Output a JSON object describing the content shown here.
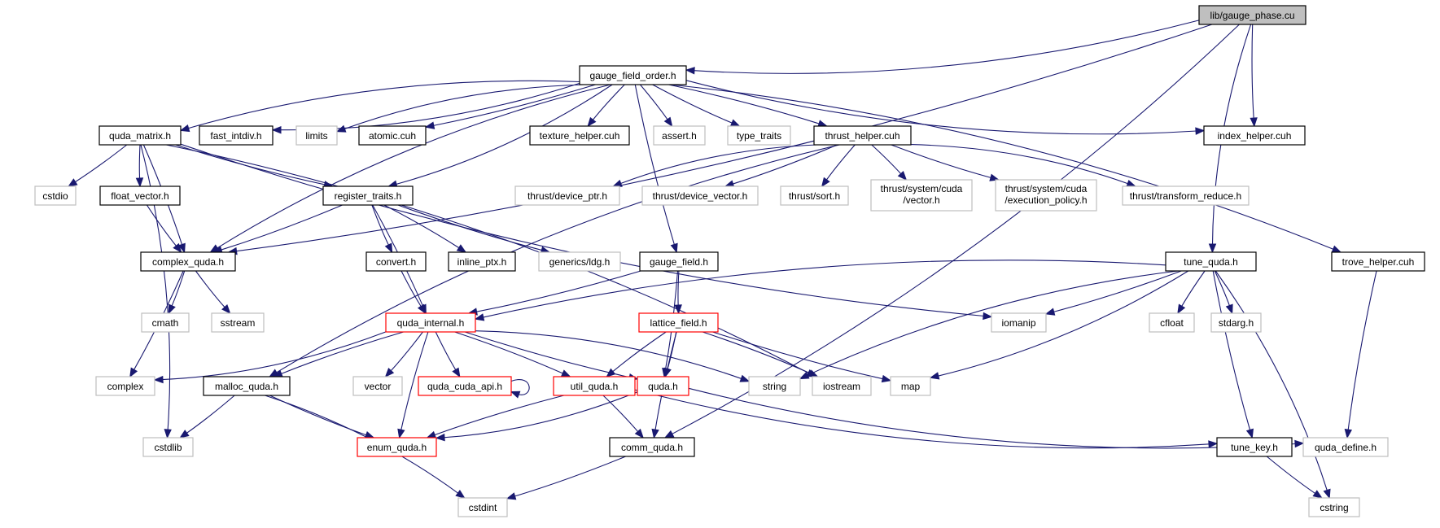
{
  "colors": {
    "edge": "#191970",
    "root_fill": "#bfbfbf",
    "normal_border": "#000000",
    "red_border": "#ff0000",
    "gray_border": "#bfbfbf"
  },
  "nodes": {
    "gauge_phase": {
      "label": [
        "lib/gauge_phase.cu"
      ],
      "style": "root"
    },
    "gauge_field_order": {
      "label": [
        "gauge_field_order.h"
      ],
      "style": "normal"
    },
    "quda_matrix": {
      "label": [
        "quda_matrix.h"
      ],
      "style": "normal"
    },
    "fast_intdiv": {
      "label": [
        "fast_intdiv.h"
      ],
      "style": "normal"
    },
    "limits": {
      "label": [
        "limits"
      ],
      "style": "gray"
    },
    "atomic": {
      "label": [
        "atomic.cuh"
      ],
      "style": "normal"
    },
    "texture_helper": {
      "label": [
        "texture_helper.cuh"
      ],
      "style": "normal"
    },
    "assert": {
      "label": [
        "assert.h"
      ],
      "style": "gray"
    },
    "type_traits": {
      "label": [
        "type_traits"
      ],
      "style": "gray"
    },
    "thrust_helper": {
      "label": [
        "thrust_helper.cuh"
      ],
      "style": "normal"
    },
    "index_helper": {
      "label": [
        "index_helper.cuh"
      ],
      "style": "normal"
    },
    "cstdio": {
      "label": [
        "cstdio"
      ],
      "style": "gray"
    },
    "float_vector": {
      "label": [
        "float_vector.h"
      ],
      "style": "normal"
    },
    "register_traits": {
      "label": [
        "register_traits.h"
      ],
      "style": "normal"
    },
    "device_ptr": {
      "label": [
        "thrust/device_ptr.h"
      ],
      "style": "gray"
    },
    "device_vector": {
      "label": [
        "thrust/device_vector.h"
      ],
      "style": "gray"
    },
    "thrust_sort": {
      "label": [
        "thrust/sort.h"
      ],
      "style": "gray"
    },
    "cuda_vector": {
      "label": [
        "thrust/system/cuda",
        "/vector.h"
      ],
      "style": "gray"
    },
    "execution_policy": {
      "label": [
        "thrust/system/cuda",
        "/execution_policy.h"
      ],
      "style": "gray"
    },
    "transform_reduce": {
      "label": [
        "thrust/transform_reduce.h"
      ],
      "style": "gray"
    },
    "complex_quda": {
      "label": [
        "complex_quda.h"
      ],
      "style": "normal"
    },
    "convert": {
      "label": [
        "convert.h"
      ],
      "style": "normal"
    },
    "inline_ptx": {
      "label": [
        "inline_ptx.h"
      ],
      "style": "normal"
    },
    "ldg": {
      "label": [
        "generics/ldg.h"
      ],
      "style": "gray"
    },
    "gauge_field": {
      "label": [
        "gauge_field.h"
      ],
      "style": "normal"
    },
    "tune_quda": {
      "label": [
        "tune_quda.h"
      ],
      "style": "normal"
    },
    "trove_helper": {
      "label": [
        "trove_helper.cuh"
      ],
      "style": "normal"
    },
    "cmath": {
      "label": [
        "cmath"
      ],
      "style": "gray"
    },
    "sstream": {
      "label": [
        "sstream"
      ],
      "style": "gray"
    },
    "quda_internal": {
      "label": [
        "quda_internal.h"
      ],
      "style": "red"
    },
    "lattice_field": {
      "label": [
        "lattice_field.h"
      ],
      "style": "red"
    },
    "iomanip": {
      "label": [
        "iomanip"
      ],
      "style": "gray"
    },
    "cfloat": {
      "label": [
        "cfloat"
      ],
      "style": "gray"
    },
    "stdarg": {
      "label": [
        "stdarg.h"
      ],
      "style": "gray"
    },
    "complex": {
      "label": [
        "complex"
      ],
      "style": "gray"
    },
    "malloc_quda": {
      "label": [
        "malloc_quda.h"
      ],
      "style": "normal"
    },
    "vector": {
      "label": [
        "vector"
      ],
      "style": "gray"
    },
    "quda_cuda_api": {
      "label": [
        "quda_cuda_api.h"
      ],
      "style": "red"
    },
    "util_quda": {
      "label": [
        "util_quda.h"
      ],
      "style": "red"
    },
    "quda_h": {
      "label": [
        "quda.h"
      ],
      "style": "red"
    },
    "string": {
      "label": [
        "string"
      ],
      "style": "gray"
    },
    "iostream": {
      "label": [
        "iostream"
      ],
      "style": "gray"
    },
    "map": {
      "label": [
        "map"
      ],
      "style": "gray"
    },
    "cstdlib": {
      "label": [
        "cstdlib"
      ],
      "style": "gray"
    },
    "enum_quda": {
      "label": [
        "enum_quda.h"
      ],
      "style": "red"
    },
    "comm_quda": {
      "label": [
        "comm_quda.h"
      ],
      "style": "normal"
    },
    "tune_key": {
      "label": [
        "tune_key.h"
      ],
      "style": "normal"
    },
    "quda_define": {
      "label": [
        "quda_define.h"
      ],
      "style": "gray"
    },
    "cstdint": {
      "label": [
        "cstdint"
      ],
      "style": "gray"
    },
    "cstring": {
      "label": [
        "cstring"
      ],
      "style": "gray"
    }
  },
  "edges": [
    [
      "gauge_phase",
      "gauge_field_order"
    ],
    [
      "gauge_phase",
      "index_helper"
    ],
    [
      "gauge_phase",
      "complex_quda"
    ],
    [
      "gauge_phase",
      "tune_quda"
    ],
    [
      "gauge_phase",
      "comm_quda"
    ],
    [
      "gauge_field_order",
      "quda_matrix"
    ],
    [
      "gauge_field_order",
      "fast_intdiv"
    ],
    [
      "gauge_field_order",
      "limits"
    ],
    [
      "gauge_field_order",
      "atomic"
    ],
    [
      "gauge_field_order",
      "texture_helper"
    ],
    [
      "gauge_field_order",
      "assert"
    ],
    [
      "gauge_field_order",
      "type_traits"
    ],
    [
      "gauge_field_order",
      "thrust_helper"
    ],
    [
      "gauge_field_order",
      "index_helper"
    ],
    [
      "gauge_field_order",
      "register_traits"
    ],
    [
      "gauge_field_order",
      "complex_quda"
    ],
    [
      "gauge_field_order",
      "trove_helper"
    ],
    [
      "gauge_field_order",
      "gauge_field"
    ],
    [
      "quda_matrix",
      "cstdio"
    ],
    [
      "quda_matrix",
      "float_vector"
    ],
    [
      "quda_matrix",
      "complex_quda"
    ],
    [
      "quda_matrix",
      "register_traits"
    ],
    [
      "quda_matrix",
      "iostream"
    ],
    [
      "quda_matrix",
      "iomanip"
    ],
    [
      "quda_matrix",
      "cstdlib"
    ],
    [
      "float_vector",
      "complex_quda"
    ],
    [
      "register_traits",
      "complex_quda"
    ],
    [
      "register_traits",
      "convert"
    ],
    [
      "register_traits",
      "inline_ptx"
    ],
    [
      "register_traits",
      "ldg"
    ],
    [
      "register_traits",
      "quda_internal"
    ],
    [
      "thrust_helper",
      "device_ptr"
    ],
    [
      "thrust_helper",
      "device_vector"
    ],
    [
      "thrust_helper",
      "thrust_sort"
    ],
    [
      "thrust_helper",
      "cuda_vector"
    ],
    [
      "thrust_helper",
      "execution_policy"
    ],
    [
      "thrust_helper",
      "transform_reduce"
    ],
    [
      "thrust_helper",
      "malloc_quda"
    ],
    [
      "complex_quda",
      "cmath"
    ],
    [
      "complex_quda",
      "sstream"
    ],
    [
      "complex_quda",
      "complex"
    ],
    [
      "convert",
      "quda_internal"
    ],
    [
      "gauge_field",
      "quda_internal"
    ],
    [
      "gauge_field",
      "lattice_field"
    ],
    [
      "gauge_field",
      "quda_h"
    ],
    [
      "tune_quda",
      "quda_internal"
    ],
    [
      "tune_quda",
      "iomanip"
    ],
    [
      "tune_quda",
      "cfloat"
    ],
    [
      "tune_quda",
      "stdarg"
    ],
    [
      "tune_quda",
      "string"
    ],
    [
      "tune_quda",
      "map"
    ],
    [
      "tune_quda",
      "tune_key"
    ],
    [
      "tune_quda",
      "cstring"
    ],
    [
      "trove_helper",
      "quda_define"
    ],
    [
      "quda_internal",
      "complex"
    ],
    [
      "quda_internal",
      "malloc_quda"
    ],
    [
      "quda_internal",
      "vector"
    ],
    [
      "quda_internal",
      "quda_cuda_api"
    ],
    [
      "quda_internal",
      "util_quda"
    ],
    [
      "quda_internal",
      "quda_h"
    ],
    [
      "quda_internal",
      "string"
    ],
    [
      "quda_internal",
      "enum_quda"
    ],
    [
      "quda_cuda_api",
      "quda_cuda_api"
    ],
    [
      "lattice_field",
      "util_quda"
    ],
    [
      "lattice_field",
      "quda_h"
    ],
    [
      "lattice_field",
      "comm_quda"
    ],
    [
      "lattice_field",
      "iostream"
    ],
    [
      "lattice_field",
      "map"
    ],
    [
      "malloc_quda",
      "cstdlib"
    ],
    [
      "malloc_quda",
      "enum_quda"
    ],
    [
      "malloc_quda",
      "cstdint"
    ],
    [
      "util_quda",
      "enum_quda"
    ],
    [
      "util_quda",
      "comm_quda"
    ],
    [
      "util_quda",
      "tune_key"
    ],
    [
      "quda_h",
      "enum_quda"
    ],
    [
      "quda_h",
      "quda_define"
    ],
    [
      "comm_quda",
      "cstdint"
    ],
    [
      "tune_key",
      "cstring"
    ]
  ]
}
